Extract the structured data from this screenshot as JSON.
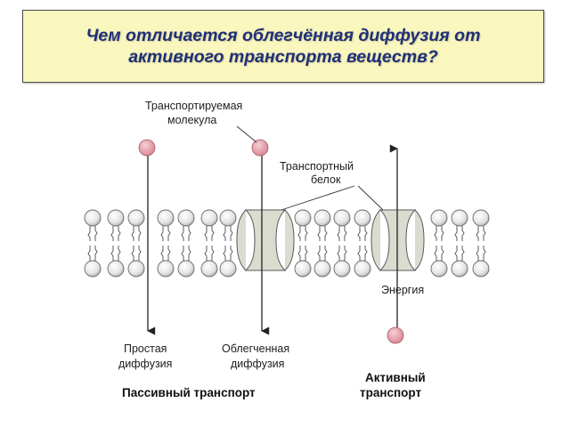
{
  "title": {
    "line1": "Чем отличается облегчённая диффузия от",
    "line2": "активного транспорта веществ?"
  },
  "labels": {
    "transported_molecule_1": "Транспортируемая",
    "transported_molecule_2": "молекула",
    "transport_protein_1": "Транспортный",
    "transport_protein_2": "белок",
    "energy": "Энергия",
    "simple_diffusion_1": "Простая",
    "simple_diffusion_2": "диффузия",
    "facilitated_diffusion_1": "Облегченная",
    "facilitated_diffusion_2": "диффузия",
    "passive_transport": "Пассивный транспорт",
    "active_transport_1": "Активный",
    "active_transport_2": "транспорт"
  },
  "colors": {
    "title_bg": "#f9f6be",
    "title_text": "#1f2f78",
    "molecule": "#e8a3ae",
    "protein": "#d9ddd0"
  }
}
